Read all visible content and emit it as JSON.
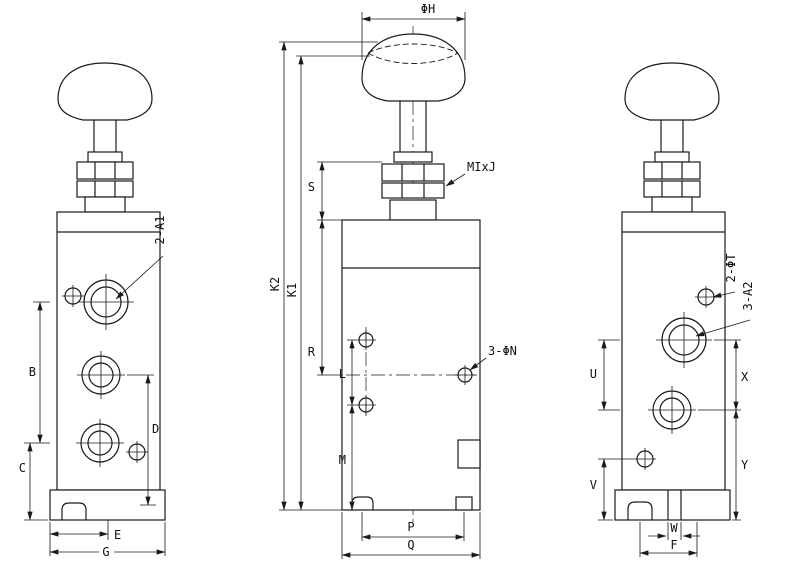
{
  "page": {
    "background": "#ffffff",
    "line_color": "#1a1a1a"
  },
  "drawing": {
    "kind": "pneumatic-valve-dimension-drawing",
    "views": {
      "left": {
        "callout_ports": "2-A1",
        "dim_b": "B",
        "dim_c": "C",
        "dim_d": "D",
        "dim_e": "E",
        "dim_g": "G"
      },
      "front": {
        "dim_phi_h": "ΦH",
        "callout_thread": "MIxJ",
        "callout_holes": "3-ΦN",
        "dim_k2": "K2",
        "dim_k1": "K1",
        "dim_s": "S",
        "dim_r": "R",
        "dim_l": "L",
        "dim_m": "M",
        "dim_p": "P",
        "dim_q": "Q"
      },
      "right": {
        "callout_top_port": "2-ΦT",
        "callout_ports": "3-A2",
        "dim_u": "U",
        "dim_v": "V",
        "dim_w": "W",
        "dim_f": "F",
        "dim_x": "X",
        "dim_y": "Y"
      }
    }
  }
}
